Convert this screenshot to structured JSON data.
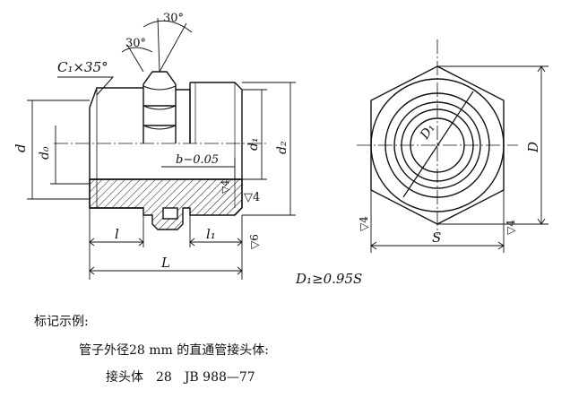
{
  "drawing": {
    "side_view": {
      "chamfer_label": "C₁×35°",
      "angle_label_top": "30°",
      "angle_label_side": "30°",
      "dim_d": "d",
      "dim_d0": "d₀",
      "dim_d1": "d₁",
      "dim_d2": "d₂",
      "dim_b": "b−0.05",
      "dim_l": "l",
      "dim_l1": "l₁",
      "dim_L": "L",
      "roughness_4": "▽4",
      "roughness_4_small": "▽4",
      "roughness_6": "▽6"
    },
    "end_view": {
      "dim_D1": "D₁",
      "dim_D": "D",
      "dim_S": "S",
      "roughness_left": "▽4",
      "roughness_right": "▽4"
    },
    "formula": "D₁≥0.95S"
  },
  "notes": {
    "heading": "标记示例:",
    "description": "管子外径28 mm 的直通管接头体:",
    "example": "接头体　28　JB 988—77"
  }
}
